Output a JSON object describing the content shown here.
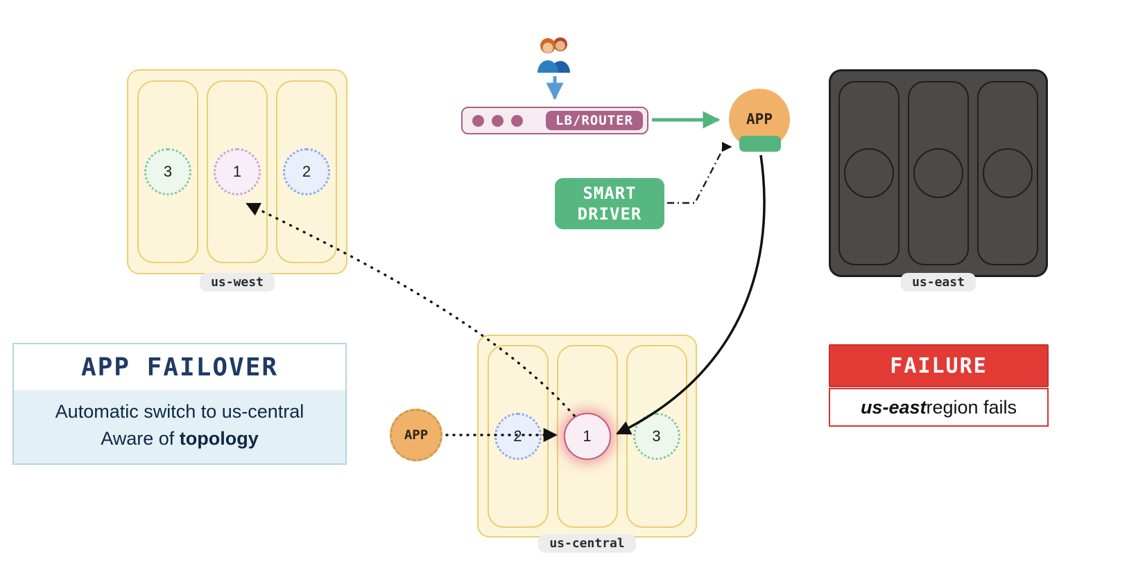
{
  "lb_router": {
    "label": "LB/ROUTER"
  },
  "app_top": {
    "label": "APP"
  },
  "app_bottom": {
    "label": "APP"
  },
  "smart_driver": {
    "label": "SMART DRIVER"
  },
  "regions": {
    "us_west": {
      "label": "us-west",
      "nodes": [
        "3",
        "1",
        "2"
      ]
    },
    "us_central": {
      "label": "us-central",
      "nodes": [
        "2",
        "1",
        "3"
      ]
    },
    "us_east": {
      "label": "us-east"
    }
  },
  "failover_card": {
    "title": "APP FAILOVER",
    "line1": "Automatic switch to us-central",
    "line2_prefix": "Aware of ",
    "line2_bold": "topology"
  },
  "failure_card": {
    "title": "FAILURE",
    "region": "us-east",
    "text": " region fails"
  },
  "colors": {
    "region_yellow": "#fcf5da",
    "region_dark": "#4b4a47",
    "green": "#56b87f",
    "orange": "#f0b169",
    "mauve": "#ab6287",
    "red": "#e23b36",
    "navy": "#1e3a66"
  }
}
